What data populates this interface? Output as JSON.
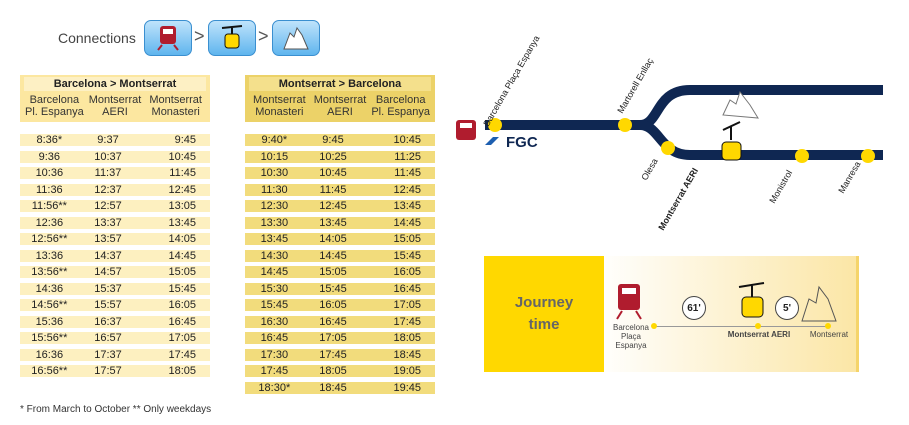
{
  "connections": {
    "label": "Connections",
    "icons": [
      "train-icon",
      "cable-car-icon",
      "mountain-icon"
    ],
    "separator": ">"
  },
  "outbound": {
    "title": "Barcelona > Montserrat",
    "columns": [
      "Barcelona\nPl. Espanya",
      "Montserrat\nAERI",
      "Montserrat\nMonasteri"
    ],
    "rows": [
      [
        "8:36*",
        "9:37",
        "9:45"
      ],
      [
        "9:36",
        "10:37",
        "10:45"
      ],
      [
        "10:36",
        "11:37",
        "11:45"
      ],
      [
        "11:36",
        "12:37",
        "12:45"
      ],
      [
        "11:56**",
        "12:57",
        "13:05"
      ],
      [
        "12:36",
        "13:37",
        "13:45"
      ],
      [
        "12:56**",
        "13:57",
        "14:05"
      ],
      [
        "13:36",
        "14:37",
        "14:45"
      ],
      [
        "13:56**",
        "14:57",
        "15:05"
      ],
      [
        "14:36",
        "15:37",
        "15:45"
      ],
      [
        "14:56**",
        "15:57",
        "16:05"
      ],
      [
        "15:36",
        "16:37",
        "16:45"
      ],
      [
        "15:56**",
        "16:57",
        "17:05"
      ],
      [
        "16:36",
        "17:37",
        "17:45"
      ],
      [
        "16:56**",
        "17:57",
        "18:05"
      ]
    ]
  },
  "return": {
    "title": "Montserrat > Barcelona",
    "columns": [
      "Montserrat\nMonasteri",
      "Montserrat\nAERI",
      "Barcelona\nPl. Espanya"
    ],
    "rows": [
      [
        "9:40*",
        "9:45",
        "10:45"
      ],
      [
        "10:15",
        "10:25",
        "11:25"
      ],
      [
        "10:30",
        "10:45",
        "11:45"
      ],
      [
        "11:30",
        "11:45",
        "12:45"
      ],
      [
        "12:30",
        "12:45",
        "13:45"
      ],
      [
        "13:30",
        "13:45",
        "14:45"
      ],
      [
        "13:45",
        "14:05",
        "15:05"
      ],
      [
        "14:30",
        "14:45",
        "15:45"
      ],
      [
        "14:45",
        "15:05",
        "16:05"
      ],
      [
        "15:30",
        "15:45",
        "16:45"
      ],
      [
        "15:45",
        "16:05",
        "17:05"
      ],
      [
        "16:30",
        "16:45",
        "17:45"
      ],
      [
        "16:45",
        "17:05",
        "18:05"
      ],
      [
        "17:30",
        "17:45",
        "18:45"
      ],
      [
        "17:45",
        "18:05",
        "19:05"
      ],
      [
        "18:30*",
        "18:45",
        "19:45"
      ]
    ]
  },
  "note": "* From March to October ** Only weekdays",
  "map": {
    "stations": [
      "Barcelona Plaça Espanya",
      "Martorell Enllaç",
      "Olesa",
      "Montserrat AERI",
      "Monistrol",
      "Manresa"
    ],
    "operator": "FGC",
    "colors": {
      "line": "#0f2752",
      "station": "#ffd800",
      "train": "#b01c2e"
    }
  },
  "journey": {
    "title": "Journey time",
    "leg1": "61'",
    "leg2": "5'",
    "stops": [
      "Barcelona Plaça Espanya",
      "Montserrat AERI",
      "Montserrat"
    ]
  }
}
